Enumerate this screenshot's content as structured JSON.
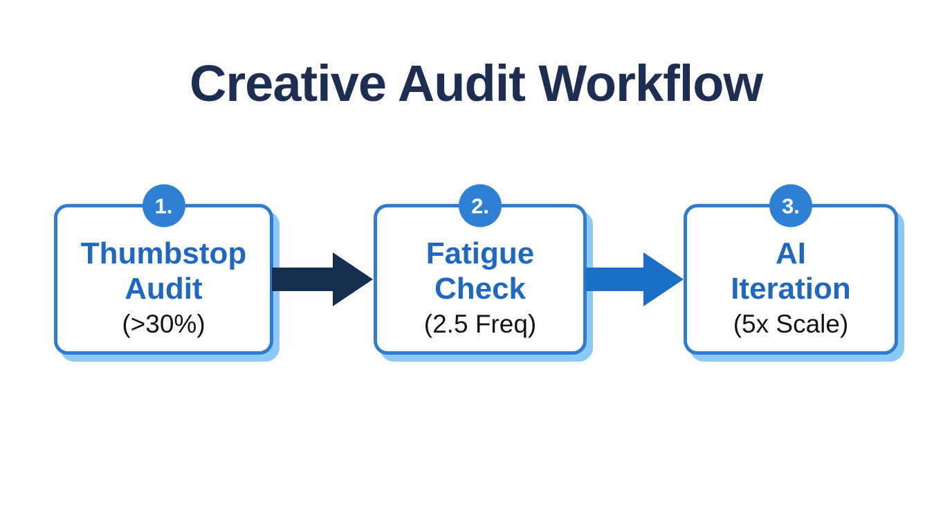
{
  "title": {
    "text": "Creative Audit Workflow",
    "color": "#1d2e52"
  },
  "colors": {
    "background": "#fdfdfe",
    "box_border": "#2e7cd1",
    "box_shadow": "#8ccaf5",
    "badge_fill": "#2e80d4",
    "badge_text": "#ffffff",
    "label_blue": "#1e68c2",
    "sublabel_black": "#131313"
  },
  "steps": [
    {
      "number": "1.",
      "label": "Thumbstop\nAudit",
      "sublabel": "(>30%)"
    },
    {
      "number": "2.",
      "label": "Fatigue\nCheck",
      "sublabel": "(2.5 Freq)"
    },
    {
      "number": "3.",
      "label": "AI\nIteration",
      "sublabel": "(5x Scale)"
    }
  ],
  "arrows": [
    {
      "name": "arrow-1",
      "color": "#15304f"
    },
    {
      "name": "arrow-2",
      "color": "#1b6fc7"
    }
  ]
}
